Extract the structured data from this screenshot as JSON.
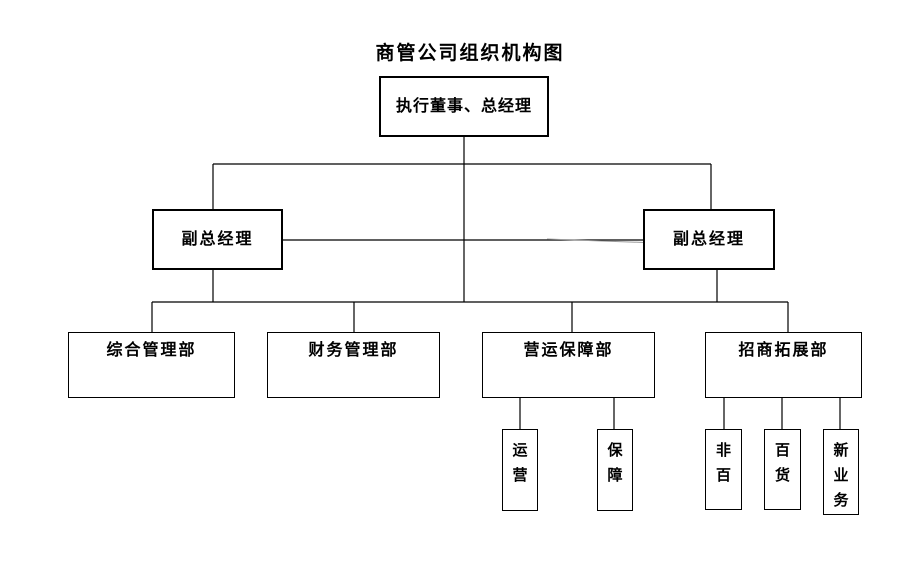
{
  "title": "商管公司组织机构图",
  "org": {
    "root": {
      "label": "执行董事、总经理"
    },
    "deputies": [
      {
        "label": "副总经理"
      },
      {
        "label": "副总经理"
      }
    ],
    "departments": [
      {
        "label": "综合管理部"
      },
      {
        "label": "财务管理部"
      },
      {
        "label": "营运保障部"
      },
      {
        "label": "招商拓展部"
      }
    ],
    "teams": [
      {
        "label": "运营"
      },
      {
        "label": "保障"
      },
      {
        "label": "非百"
      },
      {
        "label": "百货"
      },
      {
        "label": "新业务"
      }
    ]
  },
  "colors": {
    "background": "#ffffff",
    "line": "#000000",
    "line_artifact": "#9a9a9a",
    "text": "#000000"
  }
}
